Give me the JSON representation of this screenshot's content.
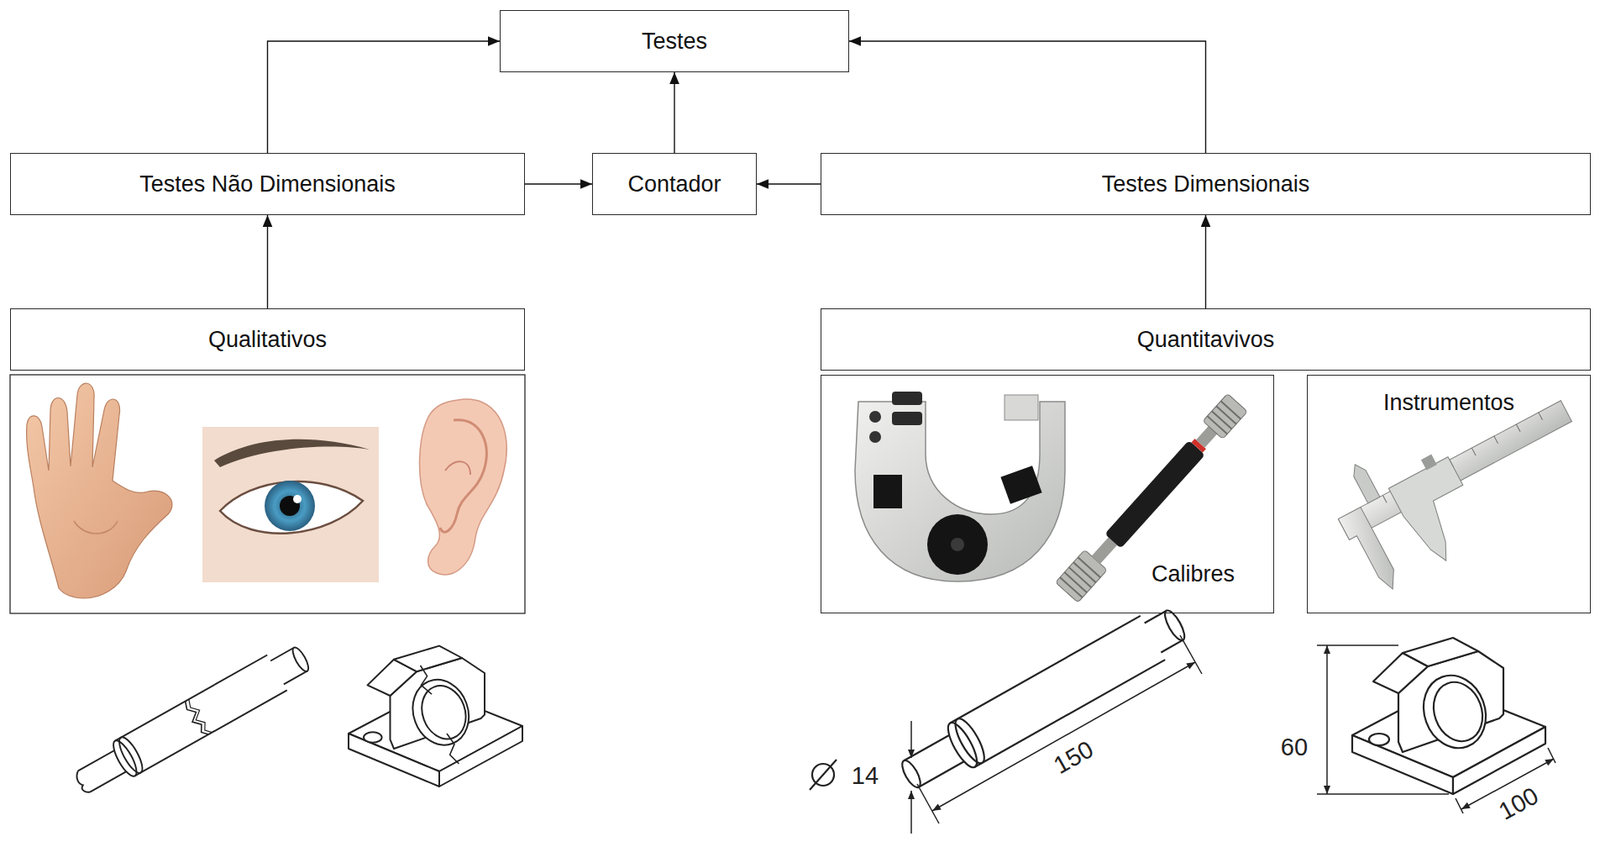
{
  "diagram": {
    "nodes": [
      {
        "text": [
          "Testes"
        ]
      },
      {
        "text": [
          "Testes Não Dimensionais"
        ]
      },
      {
        "text": [
          "Contador"
        ]
      },
      {
        "text": [
          "Testes Dimensionais"
        ]
      },
      {
        "text": [
          "Qualitativos"
        ]
      },
      {
        "text": [
          "Quantitavivos"
        ]
      },
      {
        "text": [
          "Calibres"
        ]
      },
      {
        "text": [
          "Instrumentos"
        ]
      }
    ],
    "edges": [
      {
        "from": 1,
        "to": 0,
        "arrow": "to"
      },
      {
        "from": 3,
        "to": 0,
        "arrow": "to"
      },
      {
        "from": 2,
        "to": 0,
        "arrow": "to"
      },
      {
        "from": 1,
        "to": 2,
        "arrow": "to"
      },
      {
        "from": 3,
        "to": 2,
        "arrow": "to"
      },
      {
        "from": 4,
        "to": 1,
        "arrow": "to"
      },
      {
        "from": 5,
        "to": 3,
        "arrow": "to"
      }
    ],
    "labels": [
      "14",
      "150",
      "60",
      "100"
    ]
  }
}
